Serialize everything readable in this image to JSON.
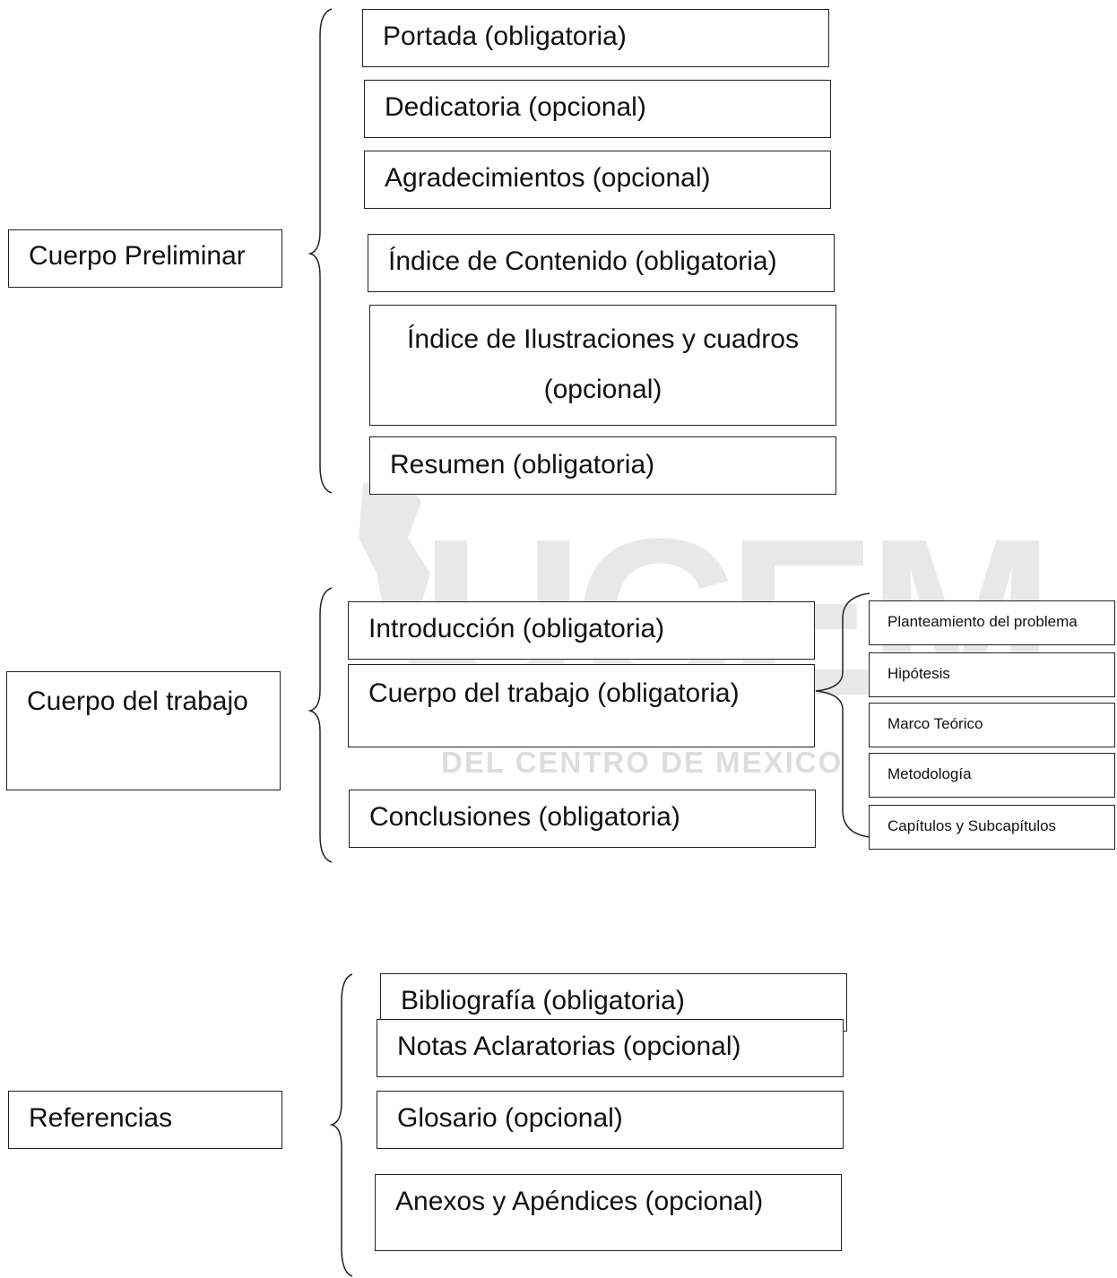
{
  "watermark": {
    "logo_text": "UCEM",
    "subtitle": "DEL CENTRO DE MEXICO"
  },
  "sections": {
    "preliminar": {
      "label": "Cuerpo Preliminar",
      "items": [
        "Portada (obligatoria)",
        "Dedicatoria (opcional)",
        "Agradecimientos (opcional)",
        "Índice de Contenido (obligatoria)",
        "Índice de Ilustraciones y cuadros",
        "(opcional)",
        "Resumen (obligatoria)"
      ]
    },
    "trabajo": {
      "label": "Cuerpo del trabajo",
      "items": [
        "Introducción (obligatoria)",
        "Cuerpo del trabajo (obligatoria)",
        "Conclusiones (obligatoria)"
      ],
      "subitems": [
        "Planteamiento del problema",
        "Hipótesis",
        "Marco Teórico",
        "Metodología",
        "Capítulos y Subcapítulos"
      ]
    },
    "referencias": {
      "label": "Referencias",
      "items": [
        "Bibliografía (obligatoria)",
        "Notas Aclaratorias (opcional)",
        "Glosario (opcional)",
        "Anexos y Apéndices (opcional)"
      ]
    }
  }
}
